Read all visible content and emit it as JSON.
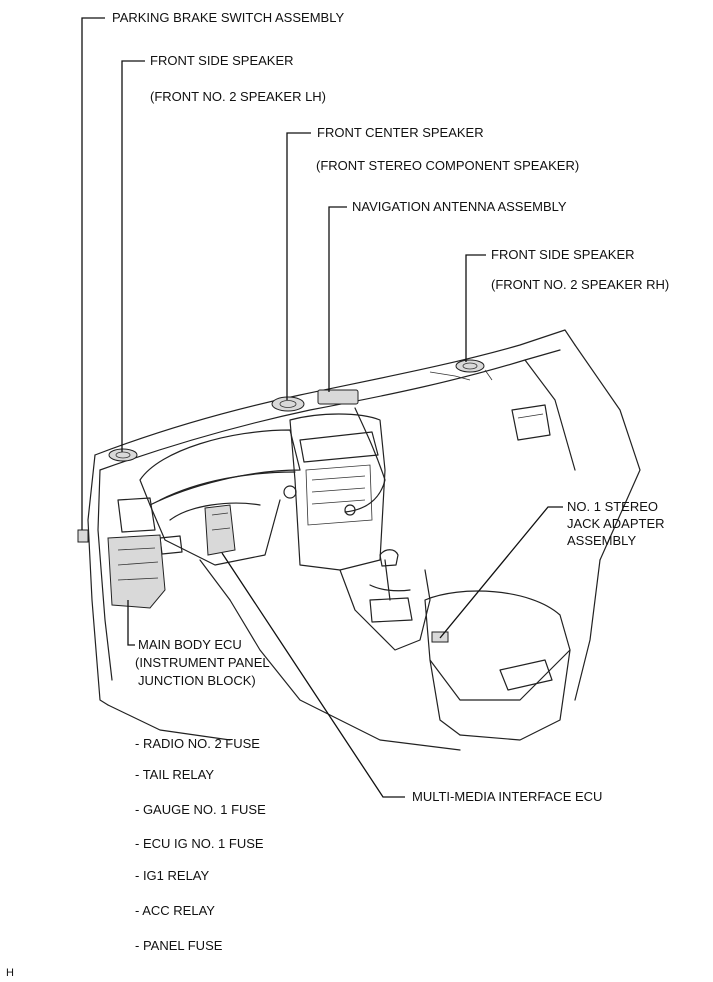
{
  "labels": {
    "parking_brake": "PARKING BRAKE SWITCH ASSEMBLY",
    "front_side_lh": "FRONT SIDE SPEAKER",
    "front_side_lh_sub": "(FRONT NO. 2 SPEAKER LH)",
    "front_center": "FRONT CENTER SPEAKER",
    "front_center_sub": "(FRONT STEREO COMPONENT SPEAKER)",
    "nav_antenna": "NAVIGATION ANTENNA ASSEMBLY",
    "front_side_rh": "FRONT SIDE SPEAKER",
    "front_side_rh_sub": "(FRONT NO. 2 SPEAKER RH)",
    "stereo_jack_1": "NO. 1 STEREO",
    "stereo_jack_2": "JACK ADAPTER",
    "stereo_jack_3": "ASSEMBLY",
    "main_body_1": "MAIN BODY ECU",
    "main_body_2": "(INSTRUMENT PANEL",
    "main_body_3": "JUNCTION BLOCK)",
    "mmi_ecu": "MULTI-MEDIA INTERFACE ECU"
  },
  "fuses": [
    "- RADIO NO. 2 FUSE",
    "- TAIL RELAY",
    "- GAUGE NO. 1 FUSE",
    "- ECU IG NO. 1 FUSE",
    "- IG1 RELAY",
    "- ACC RELAY",
    "- PANEL FUSE"
  ],
  "footer_code": "H"
}
